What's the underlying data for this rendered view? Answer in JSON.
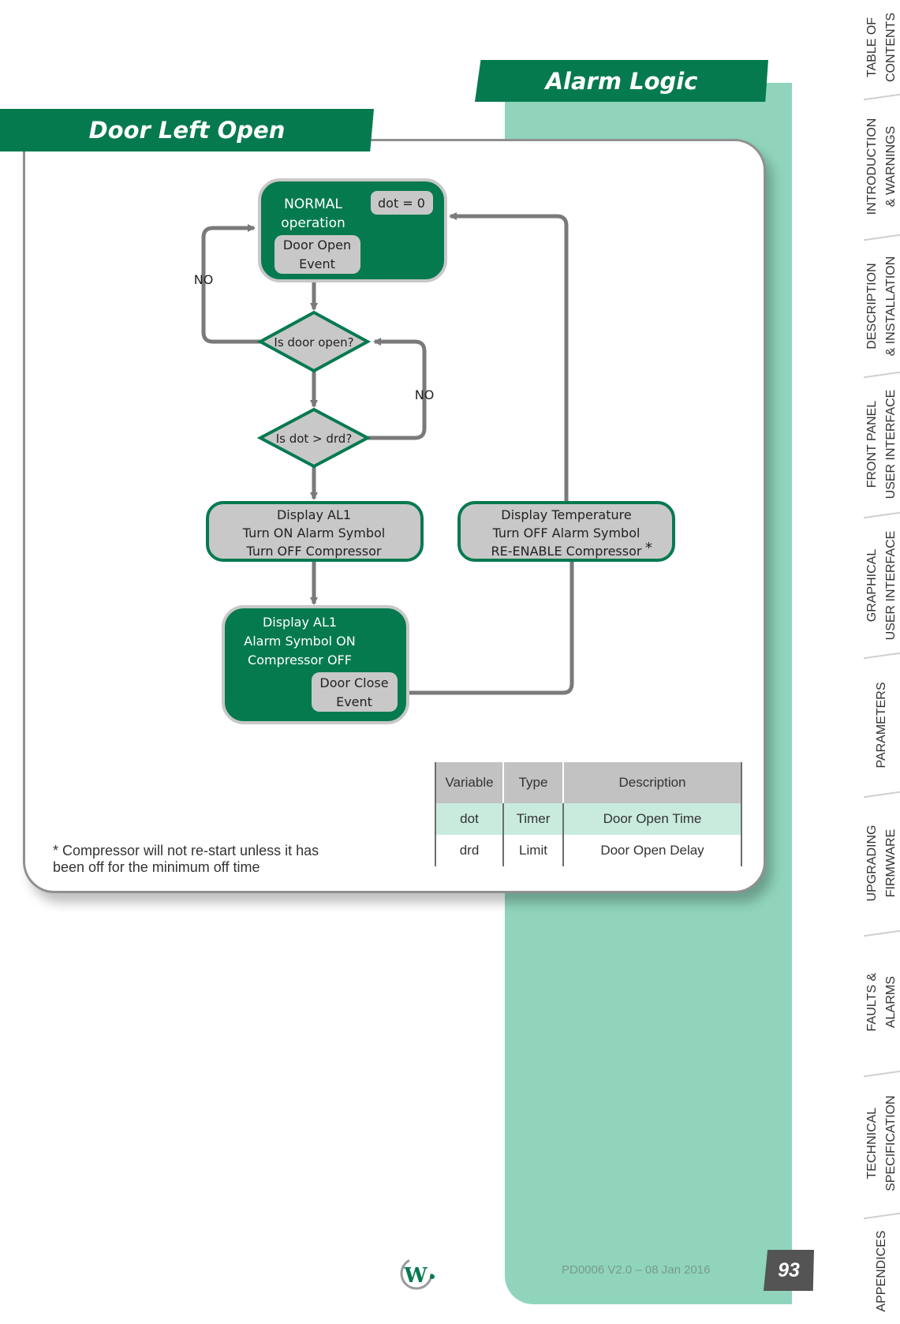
{
  "header": {
    "section_title": "Alarm Logic",
    "subsection_title": "Door Left Open"
  },
  "flowchart": {
    "normal_box": {
      "title_line1": "NORMAL",
      "title_line2": "operation",
      "dot_label": "dot = 0",
      "event_line1": "Door Open",
      "event_line2": "Event"
    },
    "decision_door_open": "Is door open?",
    "decision_dot_drd": "Is dot > drd?",
    "no_label_left": "NO",
    "no_label_right": "NO",
    "alarm_box": {
      "line1": "Display AL1",
      "line2": "Turn ON Alarm Symbol",
      "line3": "Turn OFF Compressor"
    },
    "restore_box": {
      "line1": "Display Temperature",
      "line2": "Turn OFF Alarm Symbol",
      "line3": "RE-ENABLE Compressor",
      "asterisk": "*"
    },
    "state_box": {
      "line1": "Display AL1",
      "line2": "Alarm Symbol ON",
      "line3": "Compressor OFF",
      "event_line1": "Door Close",
      "event_line2": "Event"
    }
  },
  "footnote": "* Compressor will not re-start unless it has been off for the minimum off time",
  "variables_table": {
    "headers": [
      "Variable",
      "Type",
      "Description"
    ],
    "rows": [
      [
        "dot",
        "Timer",
        "Door Open Time"
      ],
      [
        "drd",
        "Limit",
        "Door Open Delay"
      ]
    ]
  },
  "footer": {
    "document_code": "PD0006 V2.0 – 08 Jan 2016",
    "page_number": "93"
  },
  "side_tabs": [
    {
      "line1": "TABLE OF",
      "line2": "CONTENTS"
    },
    {
      "line1": "INTRODUCTION",
      "line2": "& WARNINGS"
    },
    {
      "line1": "DESCRIPTION",
      "line2": "& INSTALLATION"
    },
    {
      "line1": "FRONT PANEL",
      "line2": "USER INTERFACE"
    },
    {
      "line1": "GRAPHICAL",
      "line2": "USER INTERFACE"
    },
    {
      "line1": "PARAMETERS",
      "line2": ""
    },
    {
      "line1": "UPGRADING",
      "line2": "FIRMWARE"
    },
    {
      "line1": "FAULTS &",
      "line2": "ALARMS"
    },
    {
      "line1": "TECHNICAL",
      "line2": "SPECIFICATION"
    },
    {
      "line1": "APPENDICES",
      "line2": ""
    }
  ],
  "colors": {
    "brand_green": "#067a4f",
    "mint": "#8fd4bb",
    "box_grey": "#c8c8c8",
    "arrow_grey": "#7a7a7a"
  }
}
